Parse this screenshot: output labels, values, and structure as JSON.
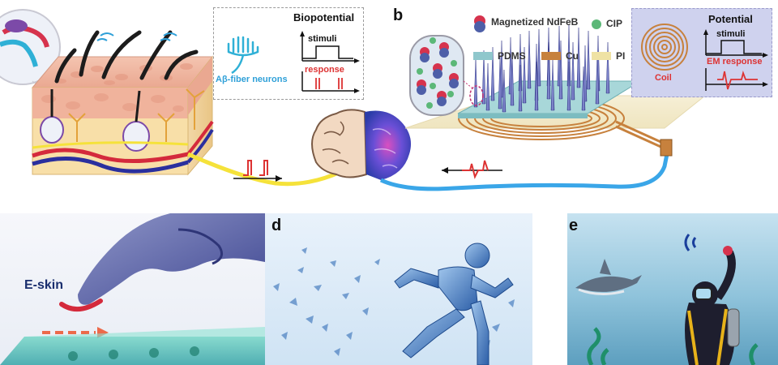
{
  "panels": {
    "b": "b",
    "d": "d",
    "e": "e"
  },
  "biopotential_box": {
    "title": "Biopotential",
    "stimuli": "stimuli",
    "response": "response",
    "neuron_label": "Aβ-fiber neurons"
  },
  "legend": {
    "magnet": "Magnetized NdFeB",
    "cip": "CIP",
    "pdms": "PDMS",
    "cu": "Cu",
    "pi": "PI",
    "colors": {
      "magnet_top": "#d6334d",
      "magnet_bottom": "#4e5fa8",
      "cip": "#5cb878",
      "pdms": "#8fc7cc",
      "cu": "#c7813d",
      "pi": "#efe2a4"
    }
  },
  "potential_box": {
    "title": "Potential",
    "stimuli": "stimuli",
    "response": "EM response",
    "coil": "Coil"
  },
  "eskin_label": "E-skin",
  "colors": {
    "biopotential_red": "#d33",
    "em_red": "#d33",
    "nerve_yellow": "#f5e23a",
    "wire_blue": "#3aa6e8"
  }
}
